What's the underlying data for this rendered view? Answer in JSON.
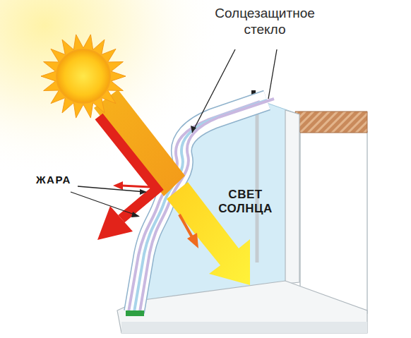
{
  "diagram": {
    "labels": [
      "Солцезащитное стекло",
      "ЖАРА",
      "СВЕТ СОЛНЦА"
    ]
  }
}
